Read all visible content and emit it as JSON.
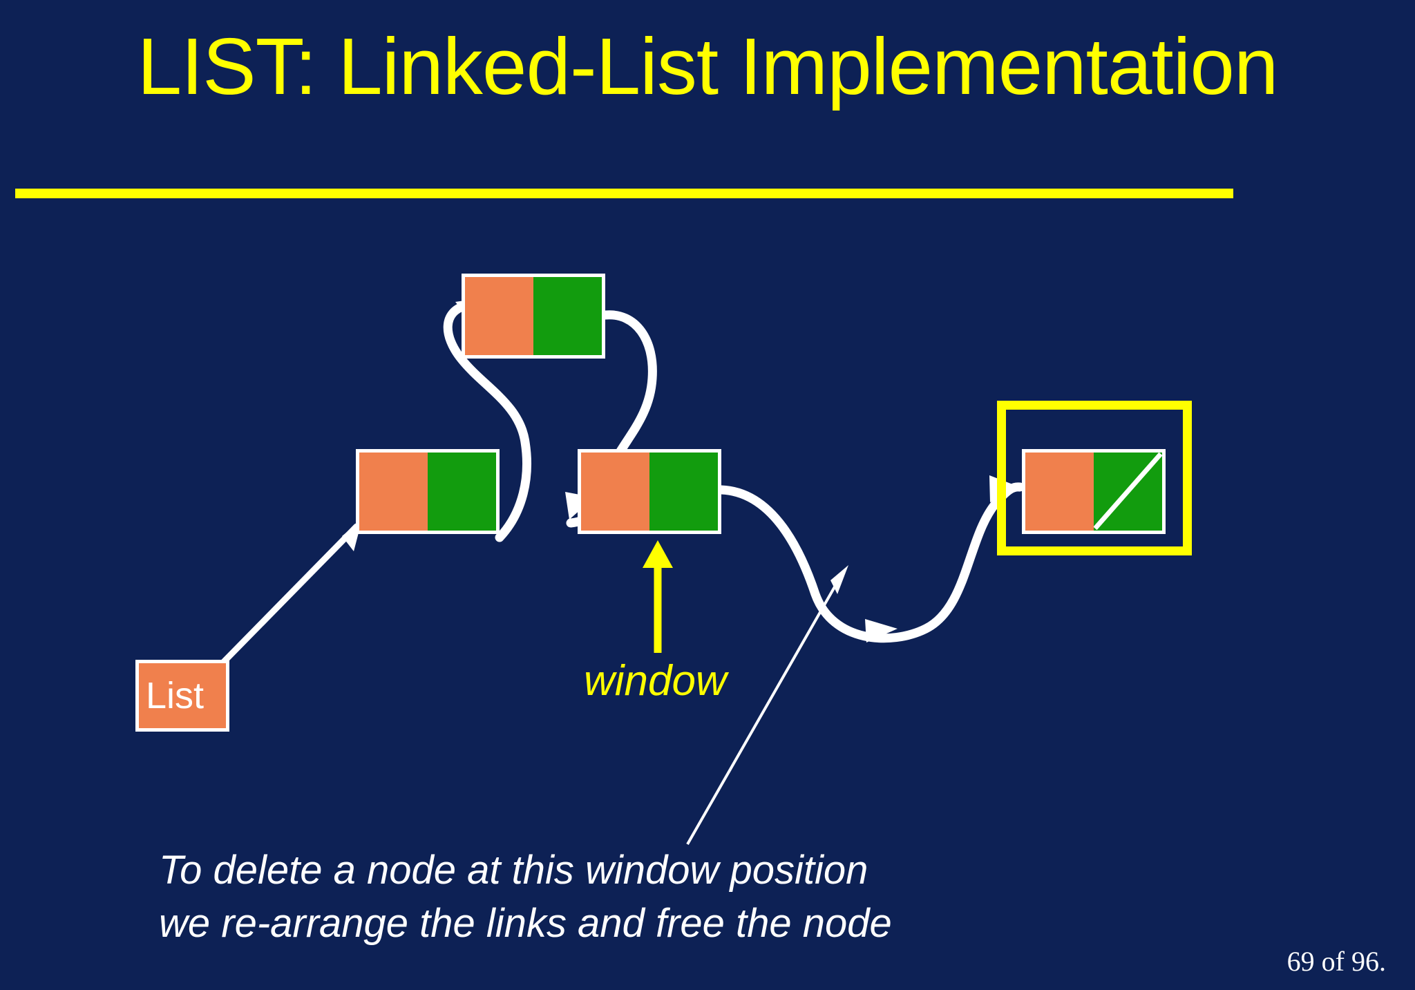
{
  "slide": {
    "title": "LIST: Linked-List Implementation",
    "background_color": "#0d2155",
    "accent_color": "#ffff00",
    "page_number": "69 of 96."
  },
  "diagram": {
    "nodes": [
      {
        "id": "node-top",
        "data_color": "#f0804d",
        "link_color": "#129c0e",
        "null_pointer": false,
        "highlighted": false
      },
      {
        "id": "node-first",
        "data_color": "#f0804d",
        "link_color": "#129c0e",
        "null_pointer": false,
        "highlighted": false
      },
      {
        "id": "node-window",
        "data_color": "#f0804d",
        "link_color": "#129c0e",
        "null_pointer": false,
        "highlighted": false
      },
      {
        "id": "node-last",
        "data_color": "#f0804d",
        "link_color": "#129c0e",
        "null_pointer": true,
        "highlighted": true
      }
    ],
    "list_label": "List",
    "window_label": "window",
    "caption_line1": "To delete a node at this window position",
    "caption_line2": "we re-arrange the links and free the node",
    "colors": {
      "node_data": "#f0804d",
      "node_link": "#129c0e",
      "node_border": "#ffffff",
      "pointer": "#ffffff",
      "highlight": "#ffff00",
      "window_arrow": "#ffff00"
    }
  }
}
